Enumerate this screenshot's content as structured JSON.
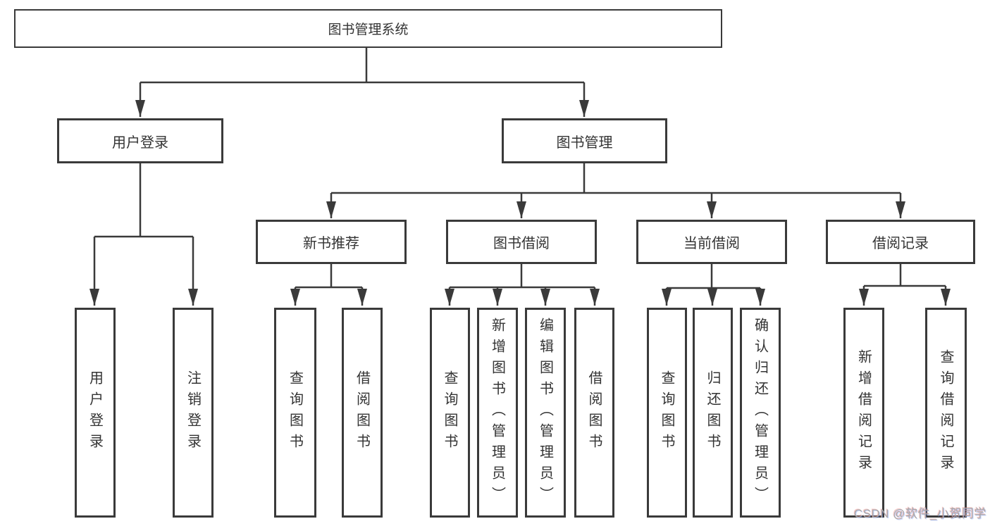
{
  "diagram": {
    "type": "hierarchy-tree",
    "title": "图书管理系统",
    "tree": {
      "label": "图书管理系统",
      "children": [
        {
          "label": "用户登录",
          "children": [
            {
              "label": "用户登录"
            },
            {
              "label": "注销登录"
            }
          ]
        },
        {
          "label": "图书管理",
          "children": [
            {
              "label": "新书推荐",
              "children": [
                {
                  "label": "查询图书"
                },
                {
                  "label": "借阅图书"
                }
              ]
            },
            {
              "label": "图书借阅",
              "children": [
                {
                  "label": "查询图书"
                },
                {
                  "label": "新增图书（管理员）"
                },
                {
                  "label": "编辑图书（管理员）"
                },
                {
                  "label": "借阅图书"
                }
              ]
            },
            {
              "label": "当前借阅",
              "children": [
                {
                  "label": "查询图书"
                },
                {
                  "label": "归还图书"
                },
                {
                  "label": "确认归还（管理员）"
                }
              ]
            },
            {
              "label": "借阅记录",
              "children": [
                {
                  "label": "新增借阅记录"
                },
                {
                  "label": "查询借阅记录"
                }
              ]
            }
          ]
        }
      ]
    },
    "watermark": "CSDN @软件_小贺同学",
    "colors": {
      "line": "#3a3a3a",
      "text": "#333333",
      "background": "#ffffff",
      "watermark": "#a9a9a9"
    }
  }
}
